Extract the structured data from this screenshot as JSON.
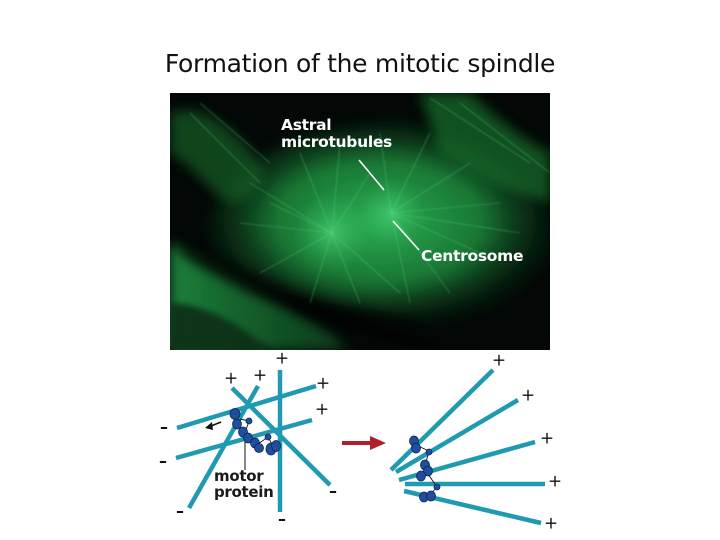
{
  "slide": {
    "title": "Formation of the mitotic spindle"
  },
  "photo": {
    "description": "Fluorescence micrograph of a cell showing green microtubules radiating from two centrosomes",
    "colors": {
      "background": "#030806",
      "fluorescence": "#1f9a45",
      "bright": "#3dcf6a"
    },
    "labels": {
      "astral_line1": "Astral",
      "astral_line2": "microtubules",
      "centrosome": "Centrosome"
    }
  },
  "diagram": {
    "colors": {
      "microtubule": "#1f9ab0",
      "motor_protein": "#1f4f9c",
      "motor_outline": "#0d2550",
      "arrow": "#b0202a"
    },
    "motor_label_line1": "motor",
    "motor_label_line2": "protein",
    "plus": "+",
    "minus": "–",
    "before": {
      "plus_ends": 5,
      "minus_ends": 5
    },
    "after": {
      "plus_ends": 5
    }
  }
}
